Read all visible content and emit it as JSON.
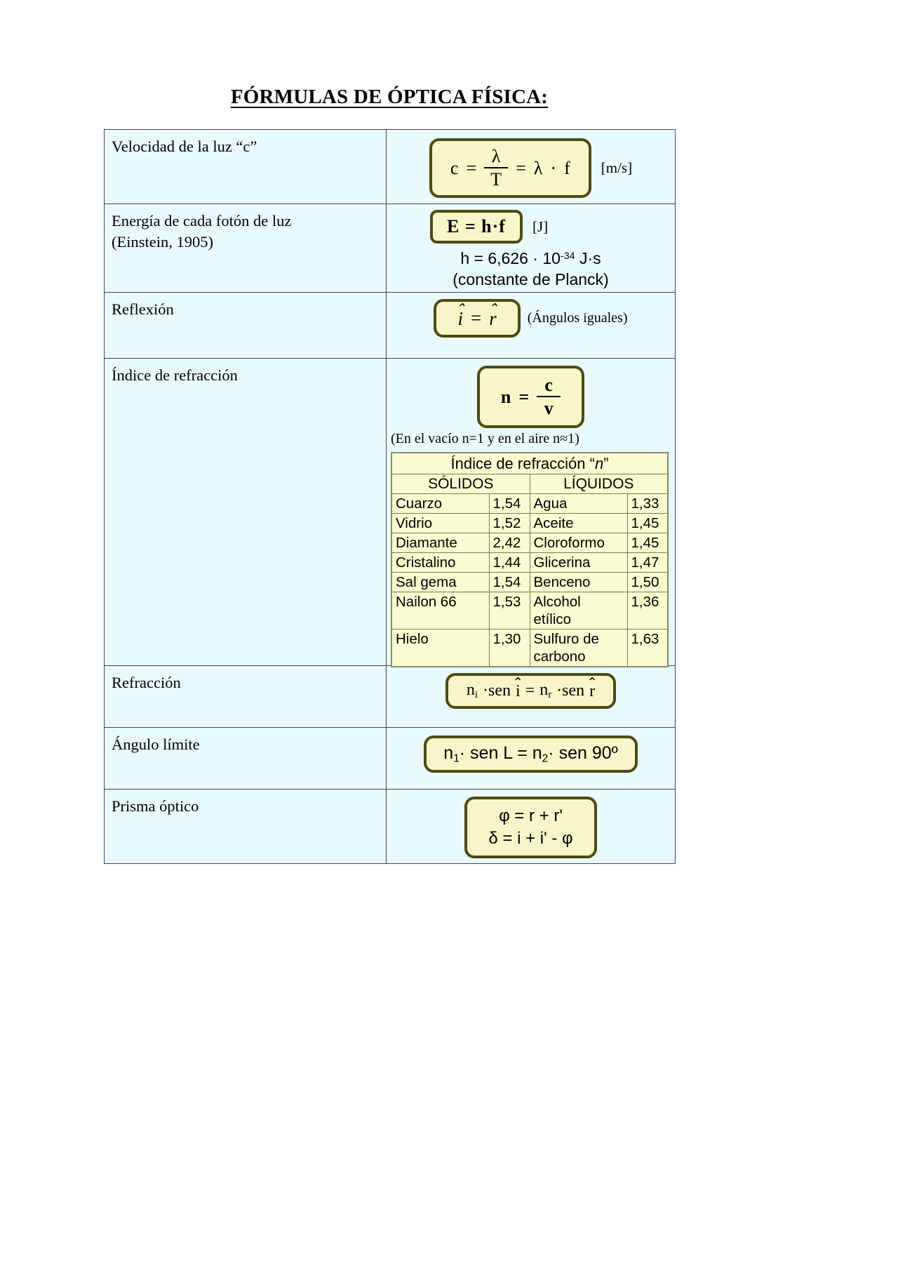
{
  "document": {
    "title": "FÓRMULAS DE ÓPTICA FÍSICA:"
  },
  "rows": {
    "velocidad": {
      "label": "Velocidad de la luz “c”",
      "formula": {
        "lhs": "c",
        "eq1": "=",
        "num": "λ",
        "den": "T",
        "eq2": "=",
        "rhs1": "λ",
        "dot": "·",
        "rhs2": "f"
      },
      "unit": "[m/s]"
    },
    "energia": {
      "label": "Energía de cada fotón de luz\n(Einstein, 1905)",
      "formula": "E = h·f",
      "unit": "[J]",
      "constant_line1": "h = 6,626 · 10",
      "constant_exp": "-34",
      "constant_line1b": " J·s",
      "constant_line2": "(constante de Planck)"
    },
    "reflexion": {
      "label": "Reflexión",
      "formula": {
        "lhs": "i",
        "eq": "=",
        "rhs": "r",
        "hat": "⌃"
      },
      "note": "(Ángulos iguales)"
    },
    "indice": {
      "label": "Índice de refracción",
      "formula": {
        "lhs": "n",
        "eq": "=",
        "num": "c",
        "den": "v"
      },
      "note": "(En el vacío n=1 y en el aire n≈1)",
      "table": {
        "title_prefix": "Índice de refracción “",
        "title_italic": "n",
        "title_suffix": "”",
        "group_solids": "SÓLIDOS",
        "group_liquids": "LÍQUIDOS",
        "rows": [
          {
            "solid": "Cuarzo",
            "n_solid": "1,54",
            "liquid": "Agua",
            "n_liquid": "1,33"
          },
          {
            "solid": "Vidrio",
            "n_solid": "1,52",
            "liquid": "Aceite",
            "n_liquid": "1,45"
          },
          {
            "solid": "Diamante",
            "n_solid": "2,42",
            "liquid": "Cloroformo",
            "n_liquid": "1,45"
          },
          {
            "solid": "Cristalino",
            "n_solid": "1,44",
            "liquid": "Glicerina",
            "n_liquid": "1,47"
          },
          {
            "solid": "Sal gema",
            "n_solid": "1,54",
            "liquid": "Benceno",
            "n_liquid": "1,50"
          },
          {
            "solid": "Nailon 66",
            "n_solid": "1,53",
            "liquid": "Alcohol\netílico",
            "n_liquid": "1,36"
          },
          {
            "solid": "Hielo",
            "n_solid": "1,30",
            "liquid": "Sulfuro de\ncarbono",
            "n_liquid": "1,63"
          }
        ]
      }
    },
    "refraccion": {
      "label": "Refracción",
      "formula": {
        "n1": "n",
        "n1sub": "i",
        "sen1": "·sen",
        "ang1": "i",
        "eq": "=",
        "n2": "n",
        "n2sub": "r",
        "sen2": "·sen",
        "ang2": "r",
        "hat": "⌃"
      }
    },
    "angulo_limite": {
      "label": "Ángulo límite",
      "formula_pre": "n",
      "formula_sub1": "1",
      "formula_mid": "· sen L = n",
      "formula_sub2": "2",
      "formula_post": "· sen 90º"
    },
    "prisma": {
      "label": "Prisma óptico",
      "formula_line1": "φ = r + r'",
      "formula_line2": "δ = i + i' - φ"
    }
  },
  "colors": {
    "cell_bg": "#e9fafd",
    "formula_box_bg": "#f6f6c9",
    "formula_box_border": "#4d4a13",
    "table_bg": "#fbfbd2",
    "table_border": "#7a7a55",
    "grid_border": "#44484a"
  }
}
